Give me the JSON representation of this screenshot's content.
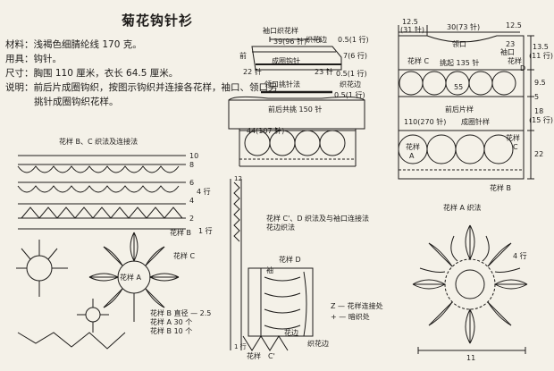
{
  "page": {
    "title": "菊花钩针衫",
    "materials": "材料：浅褐色细腈纶线 170 克。",
    "tools": "用具：钩针。",
    "size": "尺寸：胸围 110 厘米，衣长 64.5 厘米。",
    "instructions_line1": "说明：前后片成圈钩织，按图示钩织并连接各花样，袖口、领口另",
    "instructions_line2": "挑针成圈钩织花样。"
  },
  "sleeve_diagram": {
    "title": "袖口织花样",
    "top_count": "39(96 针)",
    "edge_label": "织花边",
    "edge_top": "0.5(1 行)",
    "front_label": "前",
    "left_count": "22 针",
    "rows": "7(6 行)",
    "pattern": "成圈钩针",
    "pattern_count": "23 针",
    "edge_bottom": "0.5(1 行)"
  },
  "collar_diagram": {
    "title": "领口挑针法",
    "edge_label": "织花边",
    "edge_rows": "0.5(1 行)",
    "front_back_total": "前后共挑 150 针",
    "circles_count": "44(107 针)"
  },
  "body_diagram": {
    "top_left_dim": "12.5",
    "top_left_count": "(31 针)",
    "top_mid_dim": "30(73 针)",
    "top_right_dim": "12.5",
    "collar_label": "领口",
    "sleeve_label": "袖口",
    "n23": "23",
    "pattern_c": "花样 C",
    "pick_up": "挑起 135 针",
    "pattern_c_right": "花样",
    "pattern_d": "D",
    "dim_55": "55",
    "dim_13_5": "13.5",
    "rows_11": "(11 行)",
    "dim_9_5": "9.5",
    "dim_5": "5",
    "dim_18": "18",
    "rows_15": "(15 行)",
    "dim_22": "22",
    "back_label": "前后片样",
    "bottom_count": "110(270 针)",
    "bottom_pattern": "成圈针样",
    "pattern_a": "花样",
    "pattern_a_letter": "A",
    "pattern_b_bottom": "花样 B",
    "pattern_c_side": "花样",
    "pattern_c_side2": "C"
  },
  "bc_method": {
    "title": "花样 B、C 织法及连接法",
    "row_10": "10",
    "row_8": "8",
    "row_6": "6",
    "row_4": "4",
    "rows_label": "4 行",
    "row_2": "2",
    "row_1": "1 行",
    "pattern_b": "花样 B",
    "pattern_c": "花样 C",
    "pattern_a": "花样 A",
    "legend_b": "花样 B 直径 — 2.5",
    "legend_a": "花样 A  30 个",
    "legend_b2": "花样 B  10 个"
  },
  "cd_method": {
    "title_line1": "花样 C'、D 织法及与袖口连接法",
    "title_line2": "花边织法",
    "pattern_d": "花样 D",
    "sleeve_label": "袖",
    "legend_1": "Z  — 花样连接处",
    "legend_2": "+  — 暗织处",
    "edge": "织花边",
    "pattern_c_bottom": "花样",
    "c_prime": "C'",
    "edge_side": "花边",
    "rows_12": "12",
    "rows_1": "1 行"
  },
  "a_method": {
    "title": "花样 A 织法",
    "rows": "4 行",
    "width": "11"
  }
}
